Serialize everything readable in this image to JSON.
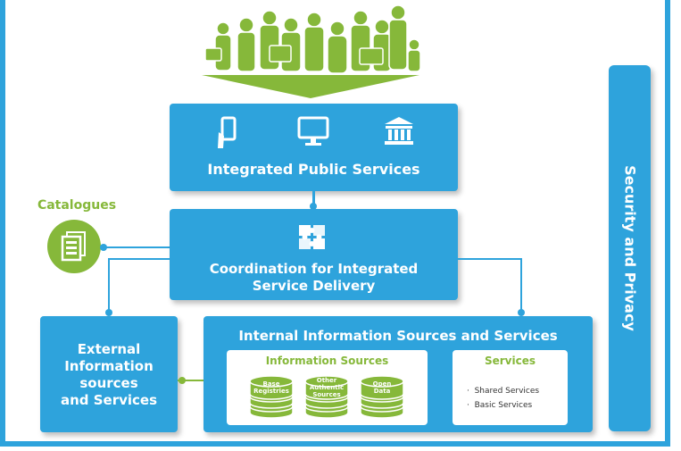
{
  "integrated_services": {
    "title": "Integrated Public Services"
  },
  "coordination": {
    "title_line1": "Coordination for Integrated",
    "title_line2": "Service Delivery"
  },
  "catalogues": {
    "label": "Catalogues"
  },
  "security": {
    "label": "Security and Privacy"
  },
  "external": {
    "line1": "External",
    "line2": "Information",
    "line3": "sources",
    "line4": "and Services"
  },
  "internal": {
    "title": "Internal Information Sources and Services",
    "info_sources": {
      "title": "Information Sources",
      "databases": [
        {
          "line1": "Base",
          "line2": "Registries",
          "line3": ""
        },
        {
          "line1": "Other",
          "line2": "Authentic",
          "line3": "Sources"
        },
        {
          "line1": "Open",
          "line2": "Data",
          "line3": ""
        }
      ]
    },
    "services": {
      "title": "Services",
      "items": [
        "Shared Services",
        "Basic Services"
      ]
    }
  },
  "colors": {
    "blue": "#2ea3dc",
    "green": "#86b83a"
  },
  "icons": [
    "people-crowd-icon",
    "down-arrow-icon",
    "smartphone-icon",
    "monitor-icon",
    "government-building-icon",
    "puzzle-icon",
    "catalogue-document-icon",
    "database-icon"
  ]
}
